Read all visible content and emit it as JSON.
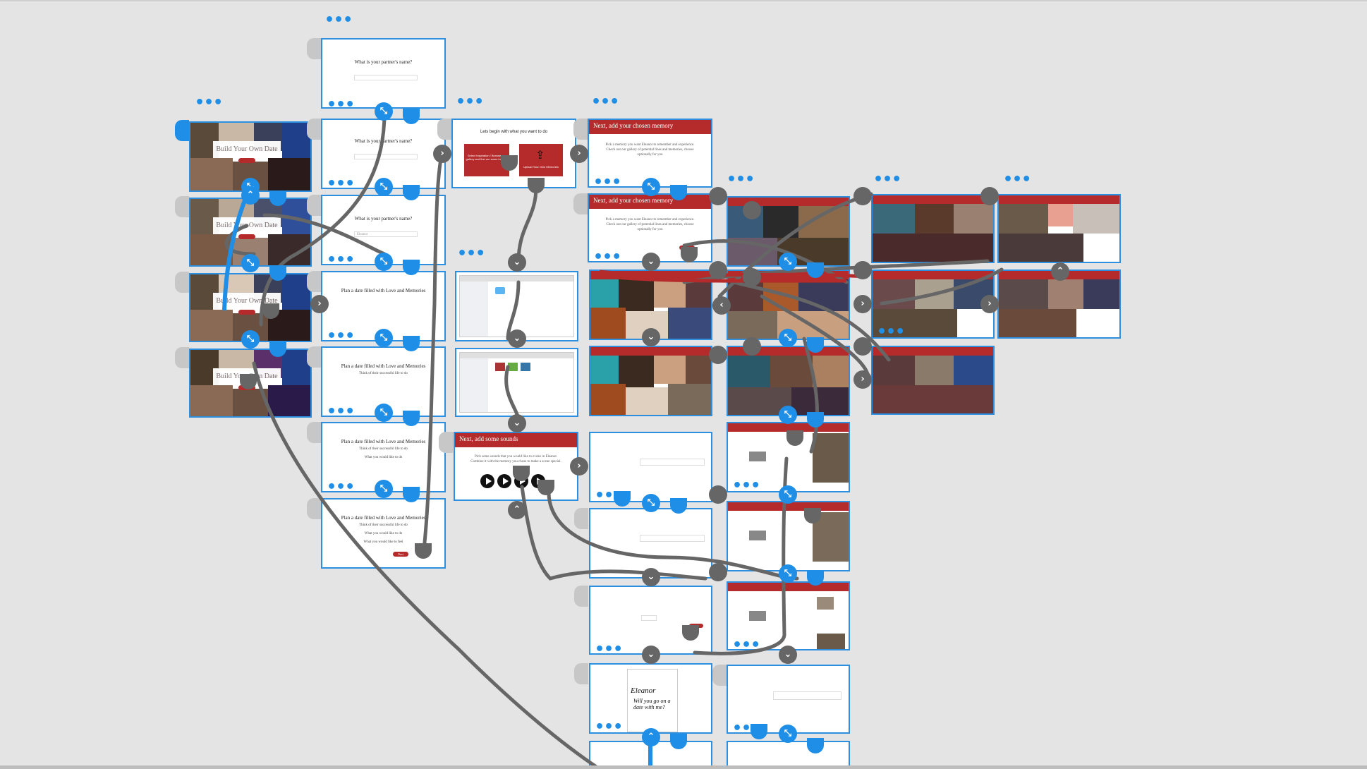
{
  "app": {
    "accent": "#1f8ee6",
    "connector_color": "#666666",
    "brand_red": "#b52b2b"
  },
  "screens": {
    "build_title": "Build Your Own Date",
    "partner_question": "What is your partner's name?",
    "partner_example": "Eleanor",
    "plan_title": "Plan a date filled with Love and Memories",
    "plan_line_1": "Think of their successful life to do",
    "plan_line_2": "What you would like to do",
    "plan_line_3": "What you would like to feel",
    "plan_button": "Next",
    "begin_title": "Lets begin with what you want to do",
    "begin_left": "Select Inspiration / Browse our gallery and find our some images",
    "begin_right": "Upload Your Own Memories",
    "memory_title": "Next, add your chosen memory",
    "memory_body": "Pick a memory you want Eleanor to remember and experience. Check out our gallery of potential lines and memories, choose optionally for you",
    "sounds_title": "Next, add some sounds",
    "sounds_body": "Pick some sounds that you would like to evoke in Eleanor. Combine it with the memory you chose to make a scene special.",
    "invite_name": "Eleanor",
    "invite_line": "Will you go on a date with me?",
    "more_dots": "•••"
  },
  "icons": {
    "connector_handle": "link-handle-icon",
    "next_arrow": "chevron-right-icon",
    "down_arrow": "chevron-down-icon",
    "up_arrow": "chevron-up-icon",
    "upload": "upload-icon",
    "play": "play-icon"
  }
}
